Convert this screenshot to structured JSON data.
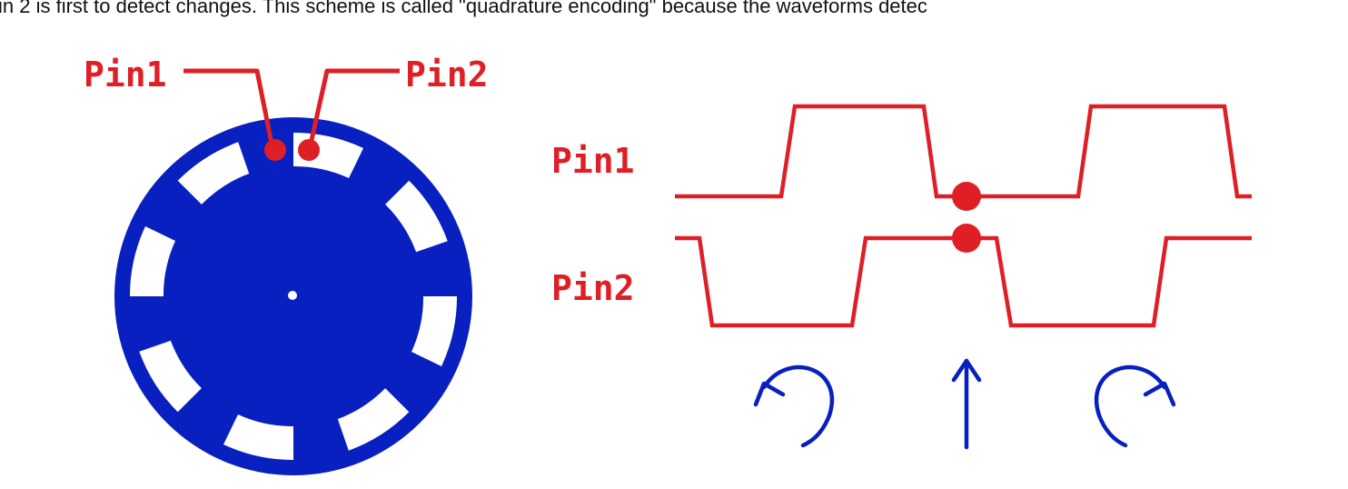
{
  "caption_fragment": "in 2 is first to detect changes. This scheme is called \"quadrature encoding\" because the waveforms detec",
  "encoder_diagram": {
    "label_pin1": "Pin1",
    "label_pin2": "Pin2",
    "disc_color": "#0820bf",
    "accent_color": "#de1f26",
    "slot_count": 8
  },
  "waveform_diagram": {
    "label_pin1": "Pin1",
    "label_pin2": "Pin2",
    "line_color": "#de1f26",
    "arrow_color": "#0820bf",
    "arrows": [
      "counterclockwise-arrow-icon",
      "up-arrow-icon",
      "clockwise-arrow-icon"
    ]
  }
}
